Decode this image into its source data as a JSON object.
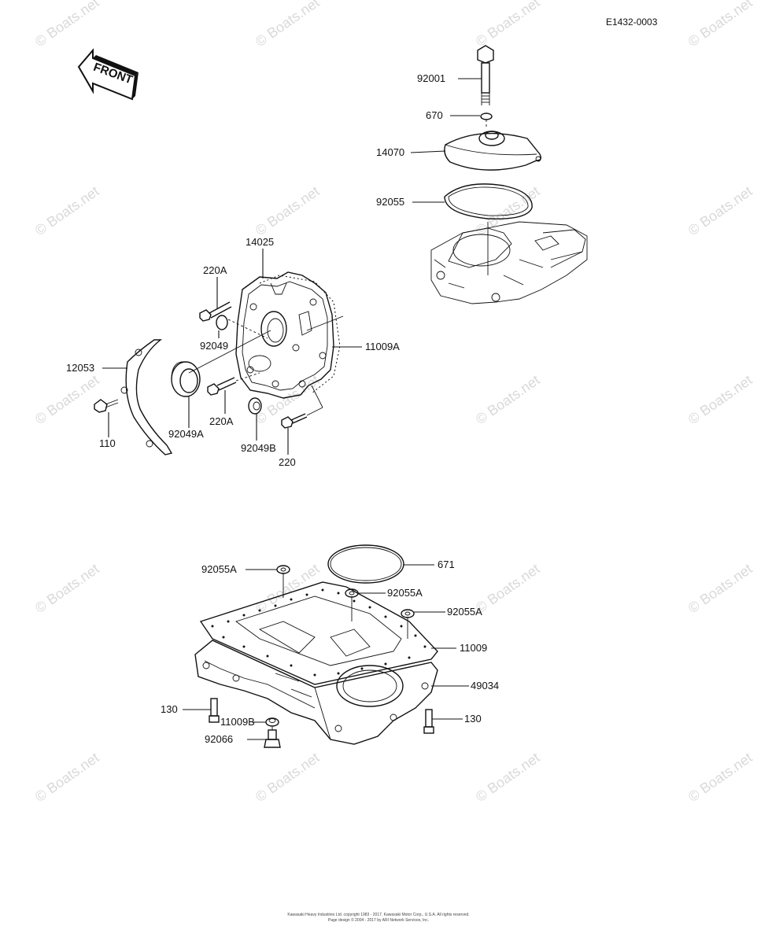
{
  "diagram_code": "E1432-0003",
  "front_arrow_text": "FRONT",
  "watermark": "© Boats.net",
  "footer": {
    "line1": "Kawasaki Heavy Industries Ltd. copyright 1983 - 2017. Kawasaki Motor Corp., U.S.A. All rights reserved.",
    "line2": "Page design © 2004 - 2017 by ARI Network Services, Inc."
  },
  "labels": {
    "p92001": "92001",
    "p670": "670",
    "p14070": "14070",
    "p92055": "92055",
    "p14025": "14025",
    "p220A_top": "220A",
    "p92049": "92049",
    "p11009A": "11009A",
    "p12053": "12053",
    "p220A_mid": "220A",
    "p92049A": "92049A",
    "p110": "110",
    "p92049B": "92049B",
    "p220": "220",
    "p92055A_left": "92055A",
    "p671": "671",
    "p92055A_mid": "92055A",
    "p92055A_right": "92055A",
    "p11009": "11009",
    "p49034": "49034",
    "p130_left": "130",
    "p11009B": "11009B",
    "p92066": "92066",
    "p130_right": "130"
  }
}
